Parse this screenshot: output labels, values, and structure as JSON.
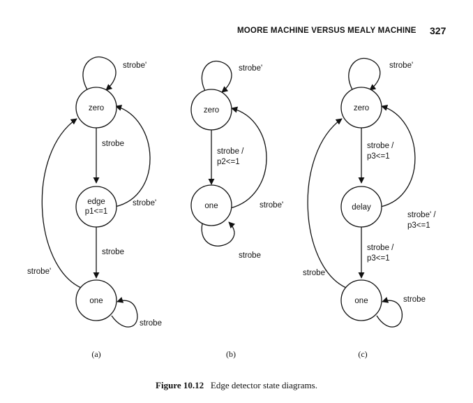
{
  "header": {
    "title": "MOORE MACHINE VERSUS MEALY MACHINE",
    "page_number": "327"
  },
  "caption": {
    "label": "Figure 10.12",
    "text": "Edge detector state diagrams."
  },
  "diagrams": {
    "a": {
      "label": "(a)",
      "states": {
        "zero": "zero",
        "edge_name": "edge",
        "edge_output": "p1<=1",
        "one": "one"
      },
      "transitions": {
        "zero_self": "strobe'",
        "zero_to_edge": "strobe",
        "edge_to_zero": "strobe'",
        "edge_to_one": "strobe",
        "one_to_zero": "strobe'",
        "one_self": "strobe"
      }
    },
    "b": {
      "label": "(b)",
      "states": {
        "zero": "zero",
        "one": "one"
      },
      "transitions": {
        "zero_self": "strobe'",
        "zero_to_one_line1": "strobe /",
        "zero_to_one_line2": "p2<=1",
        "one_to_zero": "strobe'",
        "one_self": "strobe"
      }
    },
    "c": {
      "label": "(c)",
      "states": {
        "zero": "zero",
        "delay": "delay",
        "one": "one"
      },
      "transitions": {
        "zero_self": "strobe'",
        "zero_to_delay_line1": "strobe /",
        "zero_to_delay_line2": "p3<=1",
        "delay_to_zero_line1": "strobe' /",
        "delay_to_zero_line2": "p3<=1",
        "delay_to_one_line1": "strobe /",
        "delay_to_one_line2": "p3<=1",
        "one_to_zero": "strobe'",
        "one_self": "strobe"
      }
    }
  }
}
